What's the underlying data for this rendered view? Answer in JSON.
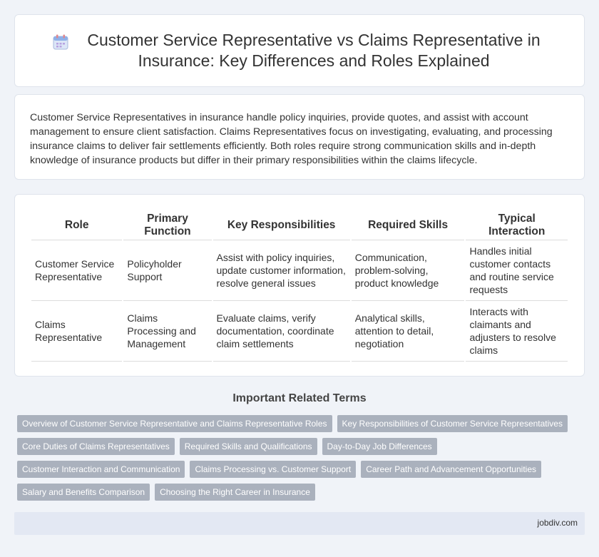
{
  "header": {
    "icon": "calendar-icon",
    "title": "Customer Service Representative vs Claims Representative in Insurance: Key Differences and Roles Explained"
  },
  "intro": {
    "text": "Customer Service Representatives in insurance handle policy inquiries, provide quotes, and assist with account management to ensure client satisfaction. Claims Representatives focus on investigating, evaluating, and processing insurance claims to deliver fair settlements efficiently. Both roles require strong communication skills and in-depth knowledge of insurance products but differ in their primary responsibilities within the claims lifecycle."
  },
  "table": {
    "headers": [
      "Role",
      "Primary Function",
      "Key Responsibilities",
      "Required Skills",
      "Typical Interaction"
    ],
    "rows": [
      [
        "Customer Service Representative",
        "Policyholder Support",
        "Assist with policy inquiries, update customer information, resolve general issues",
        "Communication, problem-solving, product knowledge",
        "Handles initial customer contacts and routine service requests"
      ],
      [
        "Claims Representative",
        "Claims Processing and Management",
        "Evaluate claims, verify documentation, coordinate claim settlements",
        "Analytical skills, attention to detail, negotiation",
        "Interacts with claimants and adjusters to resolve claims"
      ]
    ]
  },
  "related": {
    "title": "Important Related Terms",
    "tags": [
      "Overview of Customer Service Representative and Claims Representative Roles",
      "Key Responsibilities of Customer Service Representatives",
      "Core Duties of Claims Representatives",
      "Required Skills and Qualifications",
      "Day-to-Day Job Differences",
      "Customer Interaction and Communication",
      "Claims Processing vs. Customer Support",
      "Career Path and Advancement Opportunities",
      "Salary and Benefits Comparison",
      "Choosing the Right Career in Insurance"
    ]
  },
  "footer": {
    "site": "jobdiv.com"
  },
  "colors": {
    "background": "#f0f3f8",
    "tag": "#aab1bd",
    "footer": "#e3e8f3"
  }
}
